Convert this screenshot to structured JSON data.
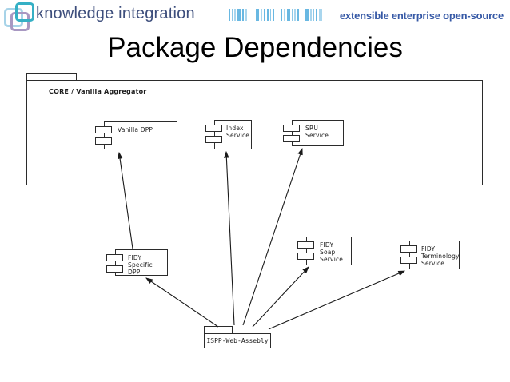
{
  "header": {
    "brand": "knowledge integration",
    "tagline": "extensible enterprise open-source"
  },
  "slide": {
    "title": "Package Dependencies"
  },
  "diagram": {
    "core_package": {
      "label": "CORE / Vanilla Aggregator"
    },
    "components": [
      {
        "id": "vanilla-dpp",
        "label": "Vanilla DPP"
      },
      {
        "id": "index-service",
        "label": "Index\nService"
      },
      {
        "id": "sru-service",
        "label": "SRU Service"
      },
      {
        "id": "fidy-specific-dpp",
        "label": "FIDY Specific\nDPP"
      },
      {
        "id": "fidy-soap-service",
        "label": "FIDY Soap\nService"
      },
      {
        "id": "fidy-terminology-service",
        "label": "FIDY\nTerminology\nService"
      }
    ],
    "ispp_package": {
      "label": "ISPP-Web-Assebly"
    },
    "dependencies": [
      {
        "from": "fidy-specific-dpp",
        "to": "vanilla-dpp"
      },
      {
        "from": "ispp-web-assebly",
        "to": "index-service"
      },
      {
        "from": "ispp-web-assebly",
        "to": "sru-service"
      },
      {
        "from": "ispp-web-assebly",
        "to": "fidy-specific-dpp"
      },
      {
        "from": "ispp-web-assebly",
        "to": "fidy-soap-service"
      },
      {
        "from": "ispp-web-assebly",
        "to": "fidy-terminology-service"
      }
    ],
    "colors": {
      "stroke": "#1a1a1a",
      "node_fill": "#ffffff"
    }
  },
  "brand_colors": {
    "brand_text": "#3d4e7c",
    "tagline_text": "#3659a6",
    "barcode_blue": "#69b8e2",
    "logo_light_blue": "#a7d3e8",
    "logo_teal": "#35b0c5",
    "logo_purple": "#a898c2"
  }
}
